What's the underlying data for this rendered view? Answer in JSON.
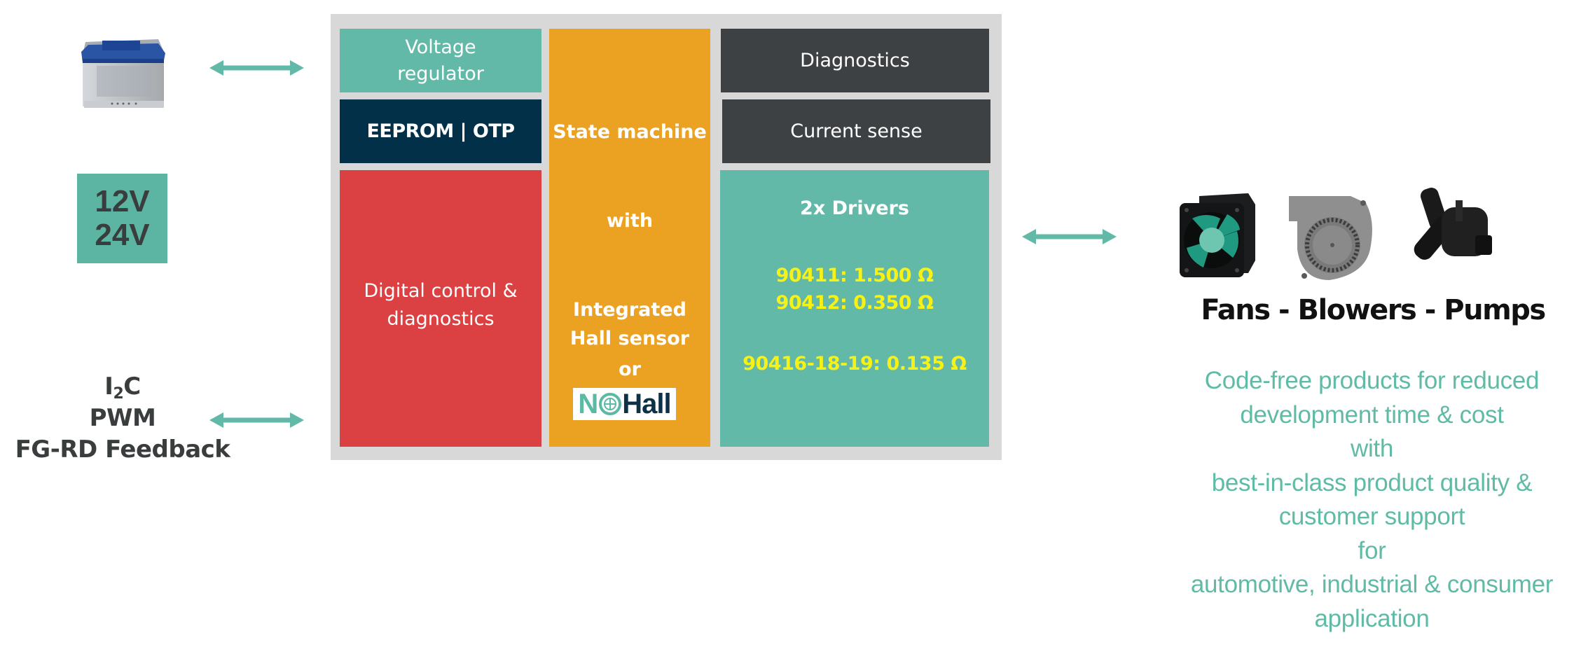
{
  "colors": {
    "accent_teal": "#63b9a7",
    "eeprom_navy": "#023049",
    "digital_red": "#db4042",
    "state_orange": "#eba222",
    "dark_gray": "#3d4143",
    "frame_gray": "#d8d8d8",
    "resistance_yellow": "#f6f218",
    "tagline_teal": "#5fbba5"
  },
  "supply": {
    "icon": "car-battery-icon",
    "voltages": [
      "12V",
      "24V"
    ]
  },
  "interface": {
    "i2c_main": "I",
    "i2c_sub": "2",
    "i2c_tail": "C",
    "pwm": "PWM",
    "feedback": "FG-RD Feedback"
  },
  "arrows": [
    "bidirectional-arrow-icon",
    "bidirectional-arrow-icon",
    "bidirectional-arrow-icon"
  ],
  "chip": {
    "voltage_regulator": [
      "Voltage",
      "regulator"
    ],
    "memory": "EEPROM | OTP",
    "digital": [
      "Digital control &",
      "diagnostics"
    ],
    "state_machine": {
      "line1": "State machine",
      "line2": "with",
      "line3": "Integrated",
      "line4": "Hall sensor",
      "line5": "or",
      "logo_n": "N",
      "logo_hall": "Hall"
    },
    "diagnostics": "Diagnostics",
    "current_sense": "Current sense",
    "drivers": {
      "title": "2x Drivers",
      "resistances": [
        {
          "part": "90411",
          "value": "1.500 Ω",
          "label": "90411: 1.500 Ω"
        },
        {
          "part": "90412",
          "value": "0.350 Ω",
          "label": "90412: 0.350 Ω"
        },
        {
          "part": "90416-18-19",
          "value": "0.135 Ω",
          "label": "90416-18-19: 0.135 Ω"
        }
      ]
    }
  },
  "loads": {
    "images": [
      "fan-icon",
      "blower-icon",
      "pump-icon"
    ],
    "title": "Fans - Blowers - Pumps"
  },
  "tagline": [
    "Code-free  products  for reduced",
    "development  time & cost",
    "with",
    "best-in-class  product  quality  &",
    "customer  support",
    "for",
    "automotive,  industrial  &  consumer",
    "application"
  ]
}
